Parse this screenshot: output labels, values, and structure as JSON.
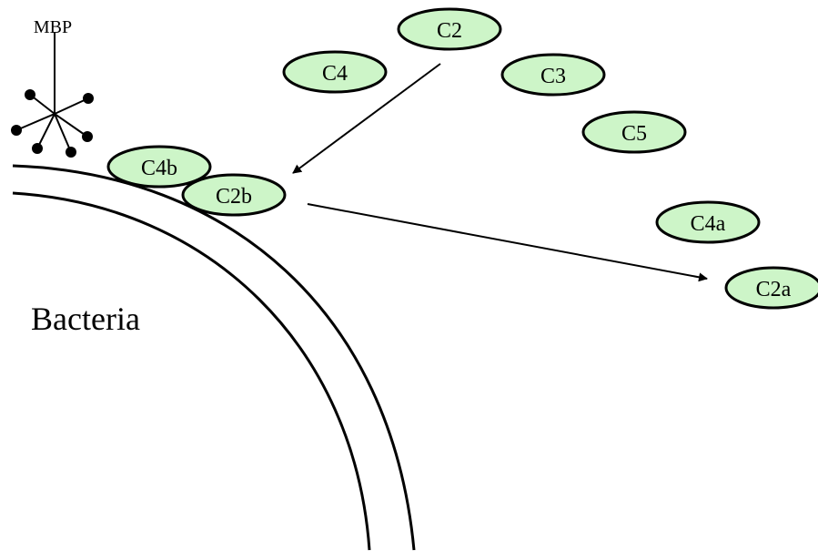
{
  "labels": {
    "mbp": "MBP",
    "bacteria": "Bacteria"
  },
  "proteins": {
    "c2": "C2",
    "c4": "C4",
    "c3": "C3",
    "c5": "C5",
    "c4b": "C4b",
    "c2b": "C2b",
    "c4a": "C4a",
    "c2a": "C2a"
  },
  "colors": {
    "protein_fill": "#cdf5c8",
    "stroke": "#000000",
    "background": "#ffffff"
  }
}
